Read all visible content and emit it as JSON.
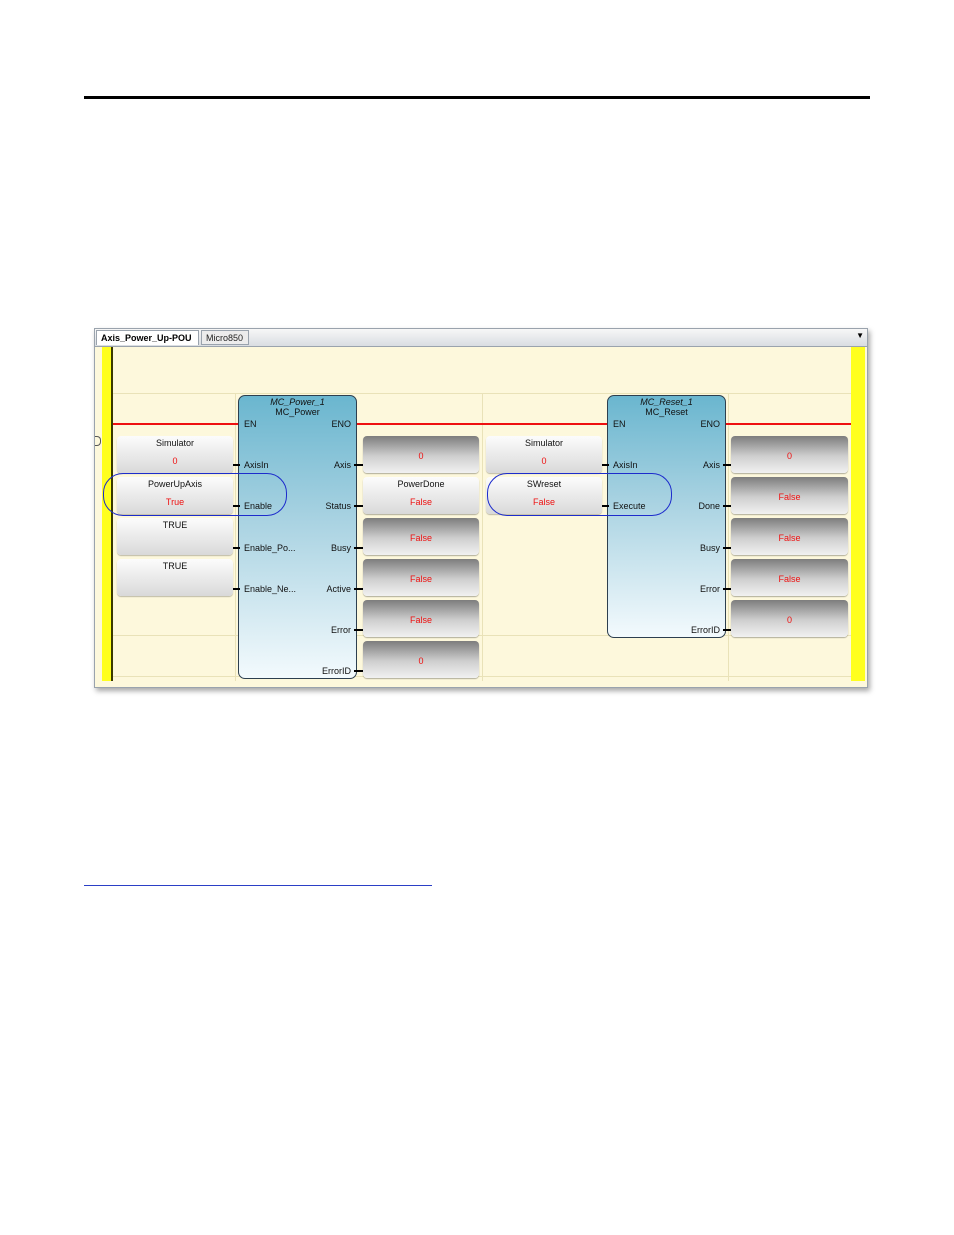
{
  "tabs": [
    {
      "label": "Axis_Power_Up-POU",
      "active": true
    },
    {
      "label": "Micro850",
      "active": false
    }
  ],
  "tab_dropdown_icon": "triangle-down",
  "colors": {
    "rail": "#ffff1e",
    "wire": "#ee1010",
    "value": "#ee1111",
    "highlight": "#1d2ccc",
    "block": "#6ab6cf"
  },
  "mc_power": {
    "instance": "MC_Power_1",
    "type": "MC_Power",
    "inputs": [
      "EN",
      "AxisIn",
      "Enable",
      "Enable_Po...",
      "Enable_Ne..."
    ],
    "outputs": [
      "ENO",
      "Axis",
      "Status",
      "Busy",
      "Active",
      "Error",
      "ErrorID"
    ]
  },
  "mc_reset": {
    "instance": "MC_Reset_1",
    "type": "MC_Reset",
    "inputs": [
      "EN",
      "AxisIn",
      "Execute"
    ],
    "outputs": [
      "ENO",
      "Axis",
      "Done",
      "Busy",
      "Error",
      "ErrorID"
    ]
  },
  "power_in_vars": [
    {
      "name": "Simulator",
      "value": "0"
    },
    {
      "name": "PowerUpAxis",
      "value": "True"
    },
    {
      "name": "TRUE",
      "value": ""
    },
    {
      "name": "TRUE",
      "value": ""
    }
  ],
  "power_out_vars": [
    {
      "name": "",
      "value": "0"
    },
    {
      "name": "PowerDone",
      "value": "False"
    },
    {
      "name": "",
      "value": "False"
    },
    {
      "name": "",
      "value": "False"
    },
    {
      "name": "",
      "value": "False"
    },
    {
      "name": "",
      "value": "0"
    }
  ],
  "reset_in_vars": [
    {
      "name": "Simulator",
      "value": "0"
    },
    {
      "name": "SWreset",
      "value": "False"
    }
  ],
  "reset_out_vars": [
    {
      "name": "",
      "value": "0"
    },
    {
      "name": "",
      "value": "False"
    },
    {
      "name": "",
      "value": "False"
    },
    {
      "name": "",
      "value": "False"
    },
    {
      "name": "",
      "value": "0"
    }
  ]
}
